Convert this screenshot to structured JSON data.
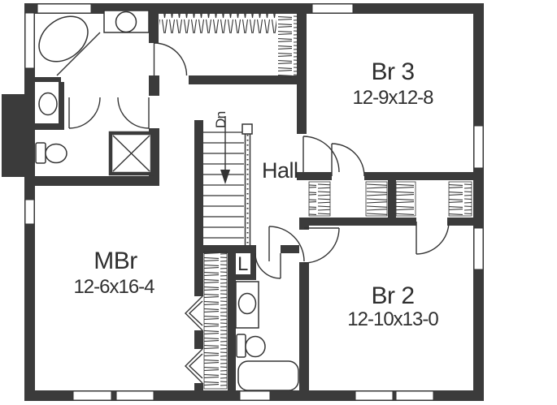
{
  "floor_plan": {
    "rooms": {
      "master_bedroom": {
        "label": "MBr",
        "dimensions": "12-6x16-4"
      },
      "bedroom_2": {
        "label": "Br 2",
        "dimensions": "12-10x13-0"
      },
      "bedroom_3": {
        "label": "Br 3",
        "dimensions": "12-9x12-8"
      },
      "hall": {
        "label": "Hall"
      },
      "linen_closet": {
        "label": "L"
      },
      "stairs": {
        "label": "Dn"
      }
    },
    "colors": {
      "wall": "#3b3b3b",
      "line": "#333333",
      "text": "#2f2f2f",
      "background": "#ffffff"
    }
  }
}
